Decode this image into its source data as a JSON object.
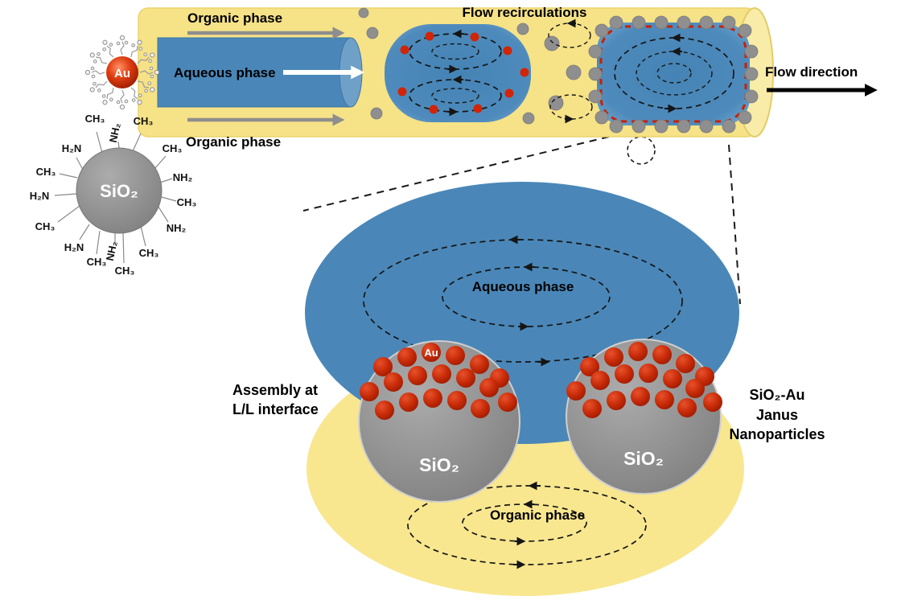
{
  "figure": {
    "colors": {
      "organic_phase": "#F6E287",
      "organic_phase_light": "#F8E78F",
      "aqueous_phase": "#4A87B8",
      "silica_gray": "#8C8C8C",
      "gold_red": "#C62A08"
    },
    "channel": {
      "organic_phase_top": "Organic phase",
      "aqueous_phase": "Aqueous phase",
      "organic_phase_bottom": "Organic phase",
      "flow_recirculations": "Flow recirculations",
      "flow_direction": "Flow direction"
    },
    "precursors": {
      "gold_core": "Au",
      "silica_core": "SiO₂",
      "methyl_group": "CH₃",
      "amine_group": "NH₂",
      "amine_group_reversed": "H₂N"
    },
    "zoom": {
      "aqueous_phase": "Aqueous phase",
      "organic_phase": "Organic phase",
      "gold_dot": "Au",
      "silica_left": "SiO₂",
      "silica_right": "SiO₂",
      "assembly_line1": "Assembly at",
      "assembly_line2": "L/L interface",
      "janus_line1": "SiO₂-Au",
      "janus_line2": "Janus",
      "janus_line3": "Nanoparticles"
    }
  }
}
